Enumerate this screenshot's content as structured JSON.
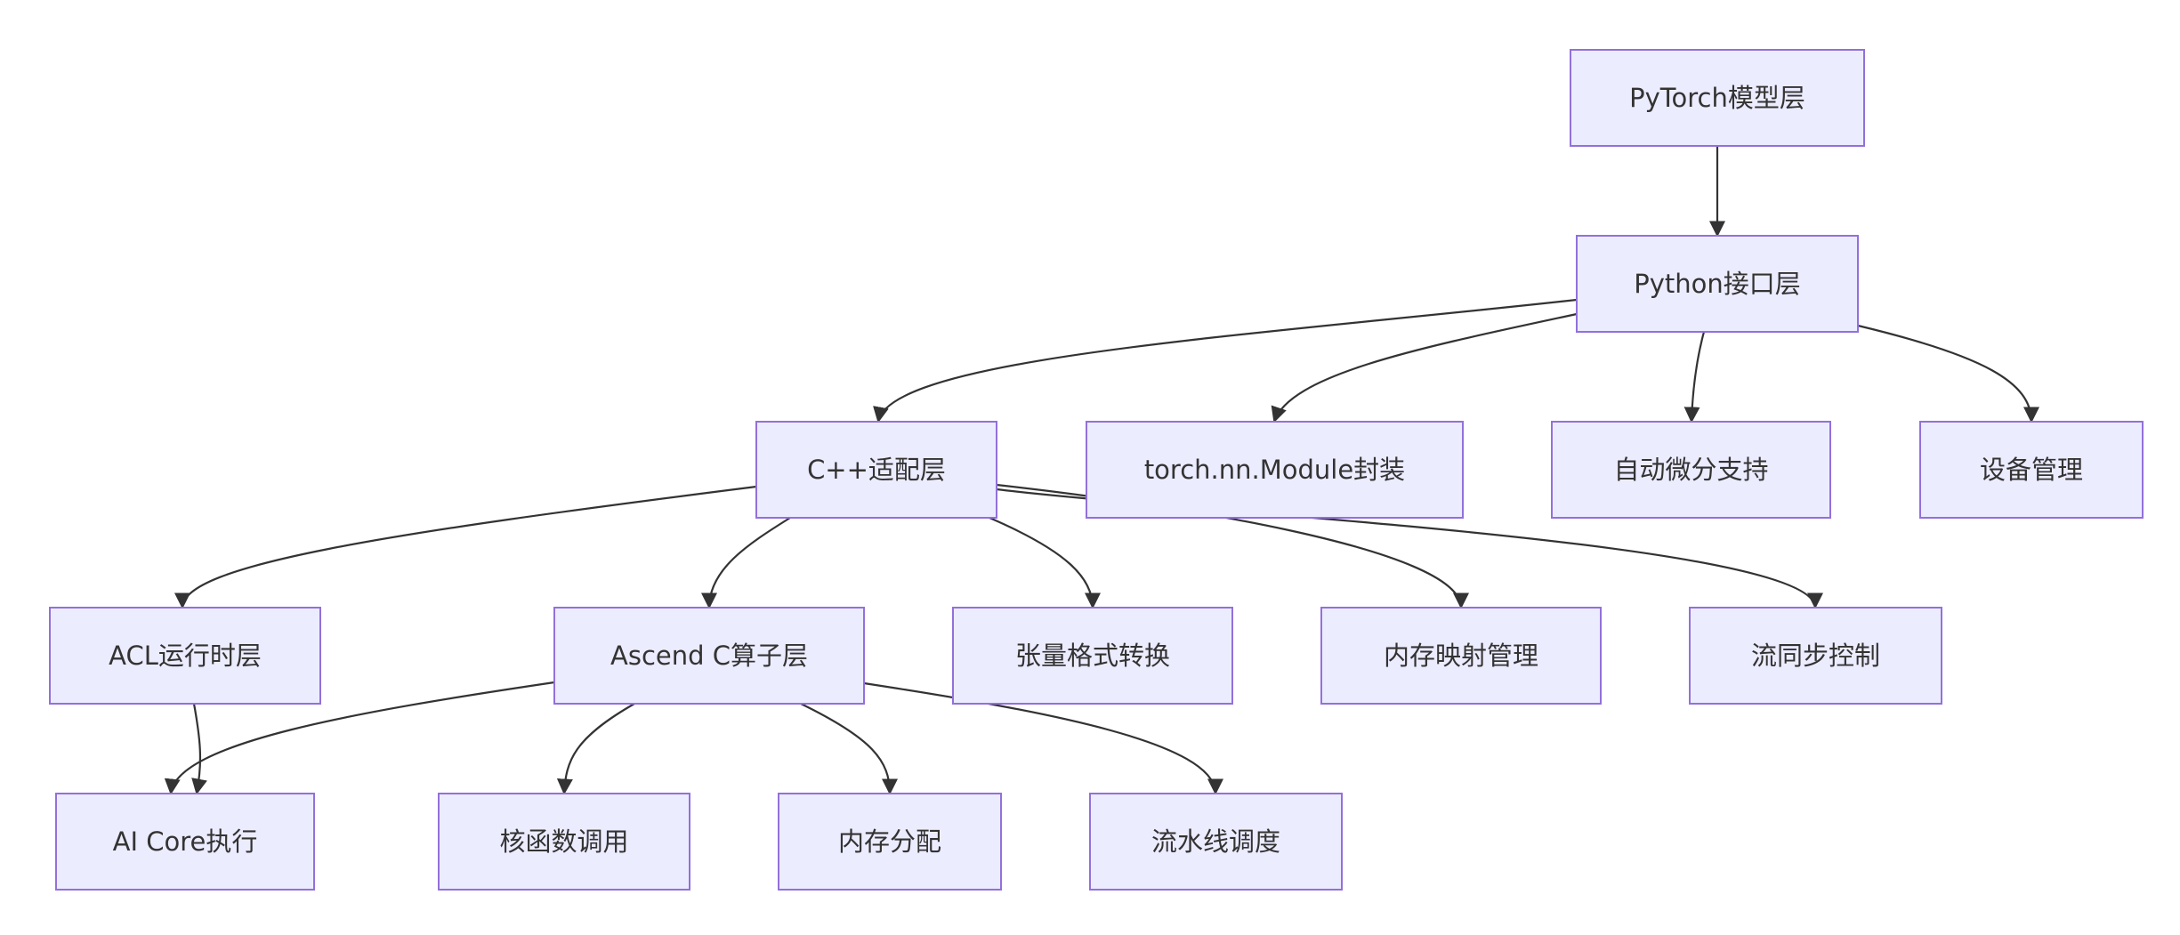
{
  "diagram": {
    "type": "flowchart",
    "nodes": [
      {
        "id": "pytorch",
        "label": "PyTorch模型层"
      },
      {
        "id": "pyapi",
        "label": "Python接口层"
      },
      {
        "id": "cpp",
        "label": "C++适配层"
      },
      {
        "id": "module",
        "label": "torch.nn.Module封装"
      },
      {
        "id": "autograd",
        "label": "自动微分支持"
      },
      {
        "id": "device",
        "label": "设备管理"
      },
      {
        "id": "acl",
        "label": "ACL运行时层"
      },
      {
        "id": "ascendc",
        "label": "Ascend C算子层"
      },
      {
        "id": "tensorfmt",
        "label": "张量格式转换"
      },
      {
        "id": "memmap",
        "label": "内存映射管理"
      },
      {
        "id": "stream",
        "label": "流同步控制"
      },
      {
        "id": "aicore",
        "label": "AI Core执行"
      },
      {
        "id": "kernel",
        "label": "核函数调用"
      },
      {
        "id": "memalloc",
        "label": "内存分配"
      },
      {
        "id": "pipeline",
        "label": "流水线调度"
      }
    ],
    "edges": [
      {
        "from": "pytorch",
        "to": "pyapi"
      },
      {
        "from": "pyapi",
        "to": "cpp"
      },
      {
        "from": "pyapi",
        "to": "module"
      },
      {
        "from": "pyapi",
        "to": "autograd"
      },
      {
        "from": "pyapi",
        "to": "device"
      },
      {
        "from": "cpp",
        "to": "acl"
      },
      {
        "from": "cpp",
        "to": "ascendc"
      },
      {
        "from": "cpp",
        "to": "tensorfmt"
      },
      {
        "from": "cpp",
        "to": "memmap"
      },
      {
        "from": "cpp",
        "to": "stream"
      },
      {
        "from": "acl",
        "to": "aicore"
      },
      {
        "from": "ascendc",
        "to": "aicore"
      },
      {
        "from": "ascendc",
        "to": "kernel"
      },
      {
        "from": "ascendc",
        "to": "memalloc"
      },
      {
        "from": "ascendc",
        "to": "pipeline"
      }
    ]
  }
}
